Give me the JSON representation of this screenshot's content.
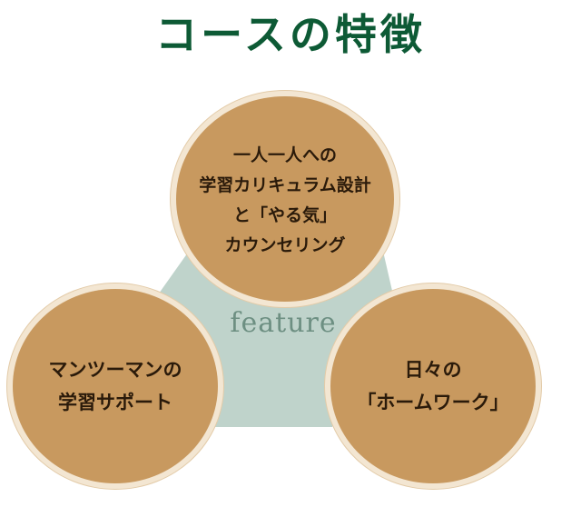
{
  "title": "コースの特徴",
  "center_label": "feature",
  "features": [
    {
      "lines": [
        "一人一人への",
        "学習カリキュラム設計",
        "と「やる気」",
        "カウンセリング"
      ]
    },
    {
      "lines": [
        "マンツーマンの",
        "学習サポート"
      ]
    },
    {
      "lines": [
        "日々の",
        "「ホームワーク」"
      ]
    }
  ],
  "colors": {
    "title": "#0d5a35",
    "circle_fill": "#c8995f",
    "circle_ring": "#f3e6d2",
    "triangle": "#bfd3cb",
    "center_label": "#6d8f82"
  }
}
